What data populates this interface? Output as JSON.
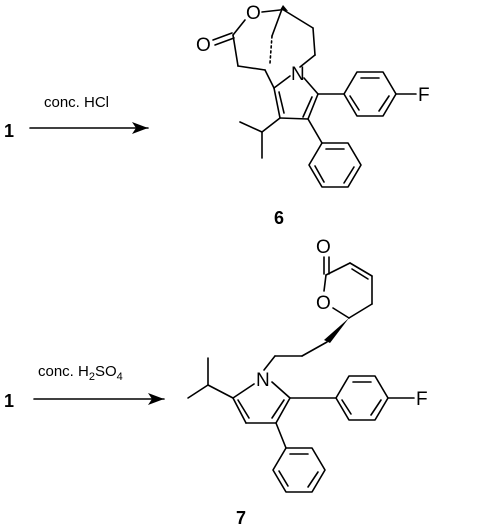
{
  "reactions": [
    {
      "reactant": "1",
      "reagent": "conc. HCl",
      "product": "6"
    },
    {
      "reactant": "1",
      "reagent_prefix": "conc. H",
      "reagent_sub1": "2",
      "reagent_mid": "SO",
      "reagent_sub2": "4",
      "product": "7"
    }
  ],
  "atoms": {
    "oxygen": "O",
    "nitrogen": "N",
    "fluorine": "F"
  }
}
